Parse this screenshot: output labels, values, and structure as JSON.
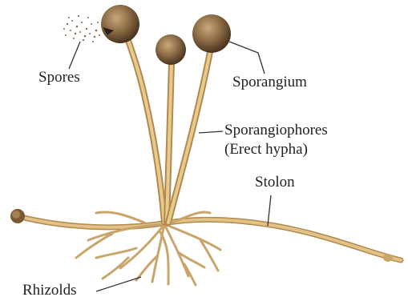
{
  "diagram": {
    "labels": {
      "spores": "Spores",
      "sporangium": "Sporangium",
      "sporangiophores": "Sporangiophores",
      "erect_hypha": "(Erect hypha)",
      "stolon": "Stolon",
      "rhizoids": "Rhizolds"
    },
    "colors": {
      "hypha": "#d9b67a",
      "hypha_shadow": "#b08a4e",
      "sporangium": "#8a6a45",
      "sporangium_dark": "#4a3420",
      "leader_line": "#333333",
      "text": "#222222"
    }
  }
}
